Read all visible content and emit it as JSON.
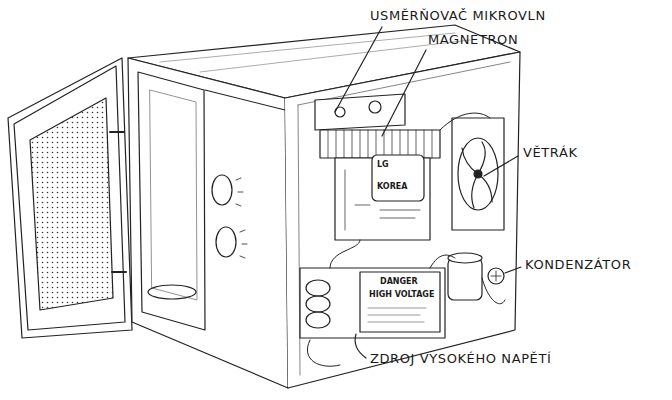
{
  "diagram": {
    "labels": [
      "USMĚRŇOVAČ MIKROVLN",
      "MAGNETRON",
      "VĚTRÁK",
      "KONDENZÁTOR",
      "ZDROJ VYSOKÉHO NAPĚTÍ",
      "LG",
      "KOREA",
      "DANGER",
      "HIGH VOLTAGE"
    ]
  }
}
